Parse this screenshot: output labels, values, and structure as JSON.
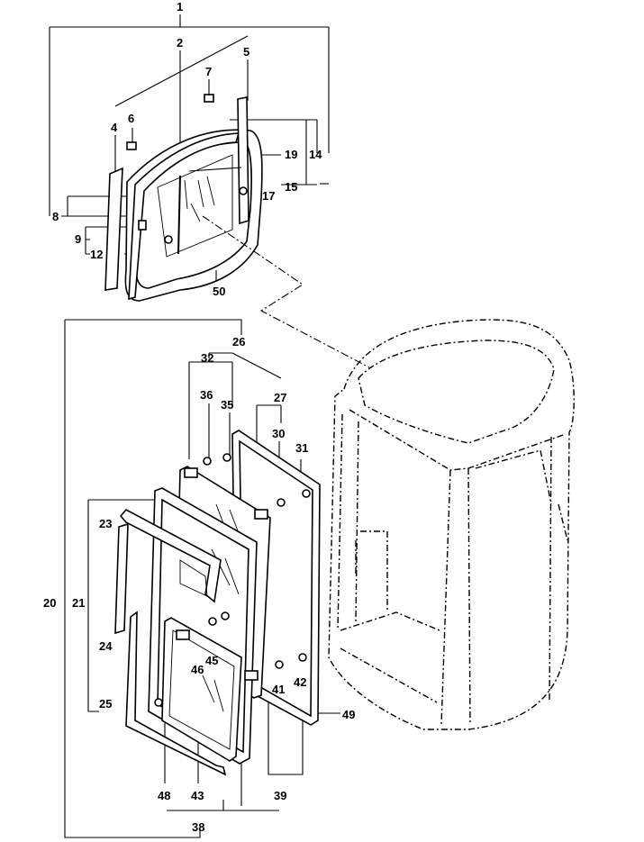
{
  "diagram": {
    "labels": [
      {
        "id": "l1",
        "text": "1"
      },
      {
        "id": "l2",
        "text": "2"
      },
      {
        "id": "l4",
        "text": "4"
      },
      {
        "id": "l5",
        "text": "5"
      },
      {
        "id": "l6",
        "text": "6"
      },
      {
        "id": "l7",
        "text": "7"
      },
      {
        "id": "l8",
        "text": "8"
      },
      {
        "id": "l9",
        "text": "9"
      },
      {
        "id": "l12",
        "text": "12"
      },
      {
        "id": "l14",
        "text": "14"
      },
      {
        "id": "l15",
        "text": "15"
      },
      {
        "id": "l17",
        "text": "17"
      },
      {
        "id": "l19",
        "text": "19"
      },
      {
        "id": "l20",
        "text": "20"
      },
      {
        "id": "l21",
        "text": "21"
      },
      {
        "id": "l23",
        "text": "23"
      },
      {
        "id": "l24",
        "text": "24"
      },
      {
        "id": "l25",
        "text": "25"
      },
      {
        "id": "l26",
        "text": "26"
      },
      {
        "id": "l27",
        "text": "27"
      },
      {
        "id": "l30",
        "text": "30"
      },
      {
        "id": "l31",
        "text": "31"
      },
      {
        "id": "l32",
        "text": "32"
      },
      {
        "id": "l35",
        "text": "35"
      },
      {
        "id": "l36",
        "text": "36"
      },
      {
        "id": "l38",
        "text": "38"
      },
      {
        "id": "l39",
        "text": "39"
      },
      {
        "id": "l41",
        "text": "41"
      },
      {
        "id": "l42",
        "text": "42"
      },
      {
        "id": "l43",
        "text": "43"
      },
      {
        "id": "l45",
        "text": "45"
      },
      {
        "id": "l46",
        "text": "46"
      },
      {
        "id": "l48",
        "text": "48"
      },
      {
        "id": "l49",
        "text": "49"
      },
      {
        "id": "l50",
        "text": "50"
      }
    ]
  }
}
